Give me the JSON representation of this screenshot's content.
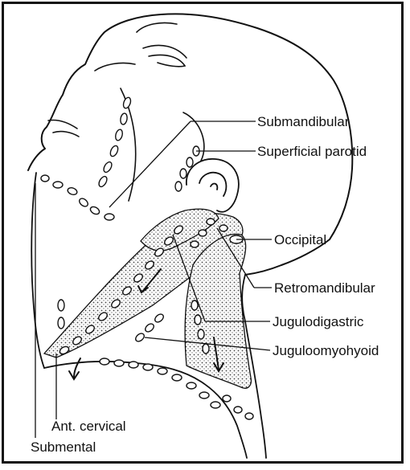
{
  "labels": {
    "submandibular": "Submandibular",
    "superficial_parotid": "Superficial parotid",
    "occipital": "Occipital",
    "retromandibular": "Retromandibular",
    "jugulodigastric": "Jugulodigastric",
    "juguloomyohyoid": "Juguloomyohyoid",
    "ant_cervical": "Ant. cervical",
    "submental": "Submental"
  }
}
